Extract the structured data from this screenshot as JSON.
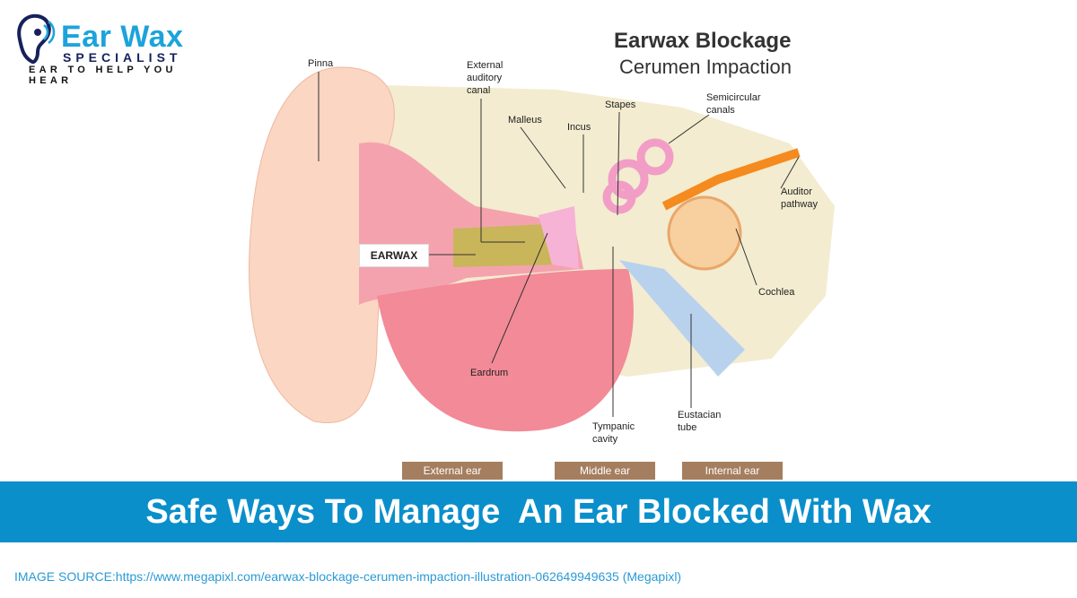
{
  "logo": {
    "title": "Ear Wax",
    "subtitle": "SPECIALIST",
    "tagline": "EAR TO HELP YOU HEAR"
  },
  "diagram": {
    "title": "Earwax Blockage",
    "subtitle": "Cerumen Impaction",
    "labels": {
      "pinna": "Pinna",
      "external_canal": "External auditory canal",
      "malleus": "Malleus",
      "incus": "Incus",
      "stapes": "Stapes",
      "semicircular": "Semicircular canals",
      "auditor": "Auditor pathway",
      "cochlea": "Cochlea",
      "earwax": "EARWAX",
      "eardrum": "Eardrum",
      "tympanic": "Tympanic cavity",
      "eustacian": "Eustacian tube"
    },
    "sections": [
      "External ear",
      "Middle ear",
      "Internal ear"
    ]
  },
  "banner": {
    "headline": "Safe Ways To Manage  An Ear Blocked With Wax"
  },
  "source": "IMAGE SOURCE:https://www.megapixl.com/earwax-blockage-cerumen-impaction-illustration-062649949635 (Megapixl)",
  "colors": {
    "banner": "#0a8fcb",
    "brand": "#1da3dc",
    "navy": "#16215c"
  }
}
